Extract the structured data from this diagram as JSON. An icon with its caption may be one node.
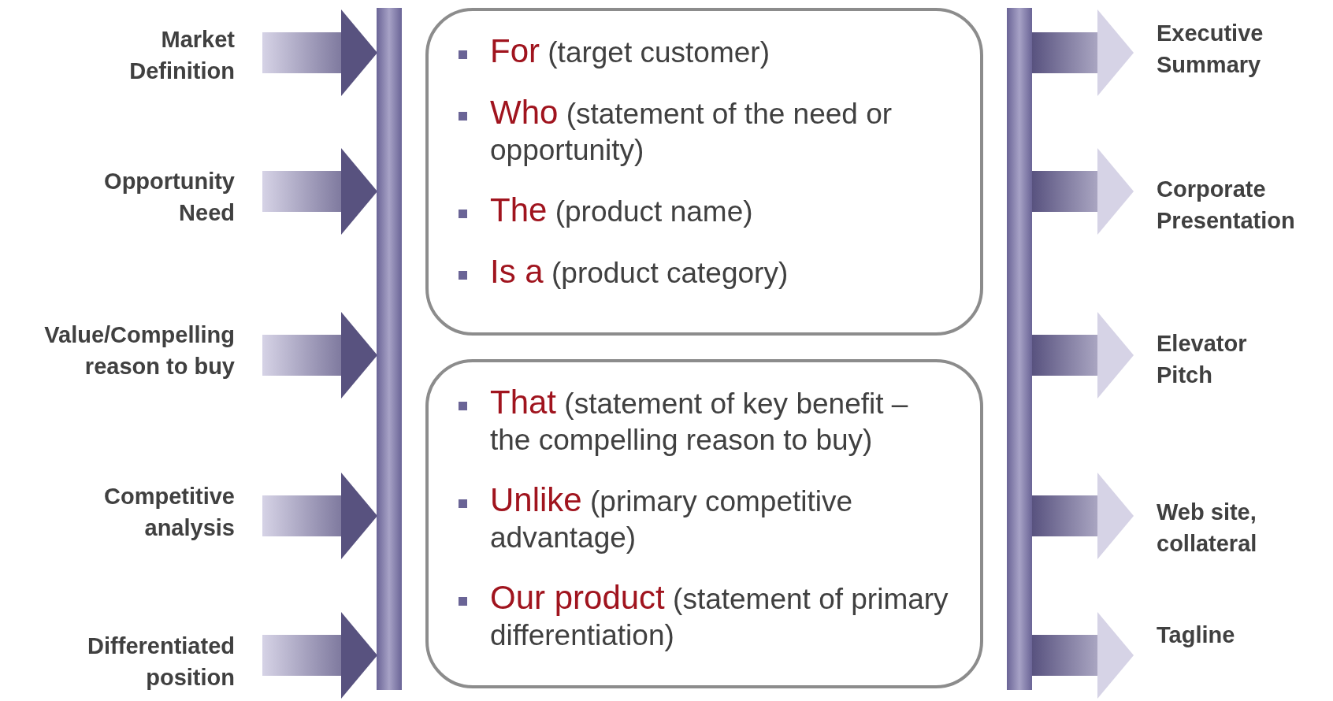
{
  "diagram": {
    "nodes": [
      {
        "text": [
          "Market Definition"
        ]
      },
      {
        "text": [
          "Opportunity Need"
        ]
      },
      {
        "text": [
          "Value/Compelling reason to buy"
        ]
      },
      {
        "text": [
          "Competitive analysis"
        ]
      },
      {
        "text": [
          "Differentiated position"
        ]
      },
      {
        "text": [],
        "shape": "bar"
      },
      {
        "text": [
          "**For** (target customer)",
          "**Who** (statement of the need or opportunity)",
          "**The** (product name)",
          "**Is a** (product category)"
        ]
      },
      {
        "text": [
          "**That** (statement of key benefit – the compelling reason to buy)",
          "**Unlike** (primary competitive advantage)",
          "**Our product** (statement of primary differentiation)"
        ]
      },
      {
        "text": [],
        "shape": "bar"
      },
      {
        "text": [
          "Executive Summary"
        ]
      },
      {
        "text": [
          "Corporate Presentation"
        ]
      },
      {
        "text": [
          "Elevator Pitch"
        ]
      },
      {
        "text": [
          "Web site, collateral"
        ]
      },
      {
        "text": [
          "Tagline"
        ]
      }
    ],
    "edges": [
      {
        "from": 0,
        "to": 5,
        "arrow": "to"
      },
      {
        "from": 1,
        "to": 5,
        "arrow": "to"
      },
      {
        "from": 2,
        "to": 5,
        "arrow": "to"
      },
      {
        "from": 3,
        "to": 5,
        "arrow": "to"
      },
      {
        "from": 4,
        "to": 5,
        "arrow": "to"
      },
      {
        "from": 8,
        "to": 9,
        "arrow": "to"
      },
      {
        "from": 8,
        "to": 10,
        "arrow": "to"
      },
      {
        "from": 8,
        "to": 11,
        "arrow": "to"
      },
      {
        "from": 8,
        "to": 12,
        "arrow": "to"
      },
      {
        "from": 8,
        "to": 13,
        "arrow": "to"
      }
    ]
  }
}
